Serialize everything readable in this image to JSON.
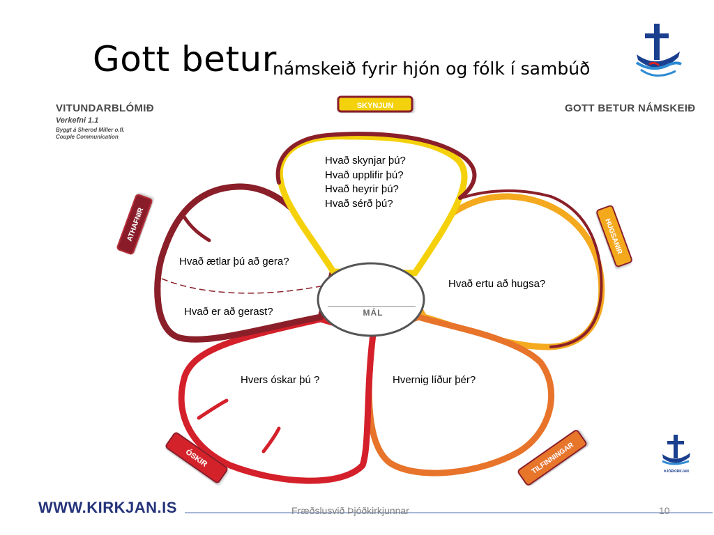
{
  "title": {
    "main": "Gott betur",
    "subtitle": "námskeið fyrir hjón og fólk í sambúð"
  },
  "header_left": {
    "name": "VITUNDARBLÓMIÐ",
    "exercise": "Verkefni 1.1",
    "credit": "Byggt á Sherod Miller o.fl.",
    "source": "Couple Communication"
  },
  "header_right": "GOTT BETUR NÁMSKEIÐ",
  "center_label": "MÁL",
  "petal_labels": {
    "skynjun": "SKYNJUN",
    "hugsanir": "HUGSANIR",
    "tilfinningar": "TILFINNINGAR",
    "oskir": "ÓSKIR",
    "athafnir": "ATHAFNIR"
  },
  "petals": {
    "skynjun": [
      "Hvað skynjar þú?",
      "Hvað upplifir þú?",
      "Hvað heyrir þú?",
      "Hvað sérð þú?"
    ],
    "hugsanir": "Hvað ertu að hugsa?",
    "tilfinningar": "Hvernig líður þér?",
    "oskir": "Hvers óskar þú ?",
    "athafnir_top": "Hvað ætlar þú að gera?",
    "athafnir_bottom": "Hvað er að gerast?"
  },
  "logo_small_text": "ÞJÓÐKIRKJAN",
  "footer": {
    "url": "WWW.KIRKJAN.IS",
    "center": "Fræðslusvið Þjóðkirkjunnar",
    "page": "10"
  },
  "colors": {
    "yellow": "#f4d10a",
    "gold": "#f4a91f",
    "orange": "#e7742a",
    "red": "#d4202a",
    "darkred": "#8a1f29",
    "logo_blue": "#1b3f8f"
  }
}
